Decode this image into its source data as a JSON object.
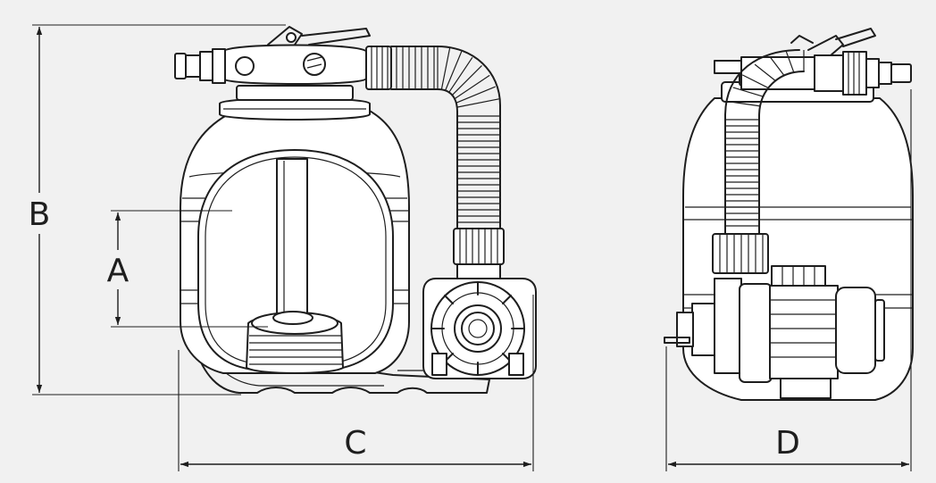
{
  "labels": {
    "a": "A",
    "b": "B",
    "c": "C",
    "d": "D"
  },
  "colors": {
    "background": "#f1f1f1",
    "line": "#1e1e1e",
    "fill": "#ffffff"
  }
}
